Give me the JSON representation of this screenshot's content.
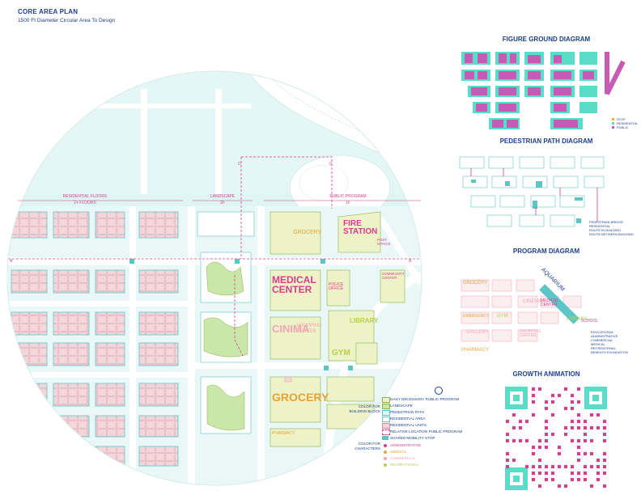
{
  "header": {
    "title": "CORE AREA PLAN",
    "subtitle": "1500 Ft Diameter Circular Area To Design"
  },
  "zones": {
    "residential": "RESIDENTIAL FLOORS",
    "residential_sub": "2+ FLOORS",
    "landscape": "LANDSCAPE",
    "landscape_sub": "2F",
    "public": "PUBLIC PROGRAM",
    "public_sub": "1F"
  },
  "section_markers": {
    "c": "C",
    "a": "A"
  },
  "buildings": {
    "fire_station": "FIRE STATION",
    "medical_center": "MEDICAL CENTER",
    "police_office": "POLICE OFFICE",
    "community_center": "COMMUNITY CENTER",
    "library": "LIBRARY",
    "cinema": "CINIMA",
    "shopping_center": "SHOPPING CENTER",
    "gym": "GYM",
    "grocery_main": "GROCERY",
    "grocery_small": "GROCERY",
    "pharmacy": "PHARMACY",
    "post_office": "POST OFFICE"
  },
  "legend": {
    "color_building_caption": "COLOR FOR BUILDING BLOCK",
    "color_character_caption": "COLOR FOR CHARACTERS",
    "items": [
      {
        "label": "DAILY NECESSARY PUBLIC PROGRAM",
        "color": "#eef3c7",
        "border": "#86b34a"
      },
      {
        "label": "LANDSCAPE",
        "color": "#cbe6a9",
        "border": "#86b34a"
      },
      {
        "label": "PEDESTRIAN PATH",
        "color": "#e6f7f7",
        "border": "#5bc6c6"
      },
      {
        "label": "RESIDENTIAL AREA",
        "color": "#ffffff",
        "border": "#5bc6c6"
      },
      {
        "label": "RESIDENTIAL UNITS",
        "color": "#f4d5da",
        "border": "#d98b99"
      },
      {
        "label": "RELATIVE LOCATION PUBLIC PROGRAM",
        "color": "#ffffff",
        "border": "#d63d8f"
      },
      {
        "label": "SHARED MOBILITY STOP",
        "color": "#5bc6c6",
        "border": "#5bc6c6"
      }
    ],
    "characters": [
      {
        "label": "ADMINISTRATIVE",
        "color": "#d63d8f"
      },
      {
        "label": "MEDICAL",
        "color": "#e6a33b"
      },
      {
        "label": "COMMERCIAL",
        "color": "#f0a6b4"
      },
      {
        "label": "RECREATIONAL",
        "color": "#b9cf4a"
      }
    ]
  },
  "panels": {
    "figure_ground": {
      "title": "FIGURE GROUND DIAGRAM",
      "legend": [
        "STOP",
        "RESIDENTIAL",
        "PUBLIC"
      ],
      "legend_colors": [
        "#f0b429",
        "#5bdcc8",
        "#c65bb5"
      ]
    },
    "pedestrian": {
      "title": "PEDESTRIAN PATH DIAGRAM",
      "legend": [
        "PEDESTRIAN BRIDGE",
        "RESIDENTIAL",
        "ROUTE IN BUILDING",
        "ROUTE BETWEEN BUILDING"
      ]
    },
    "program": {
      "title": "PROGRAM DIAGRAM",
      "legend": [
        "EDUCATIONAL",
        "ADMINISTRATIVE",
        "COMMERCIAL",
        "MEDICAL",
        "RECREATIONAL",
        "BENEATH FOUNDATION"
      ],
      "legend_colors": [
        "#d63d8f",
        "#d63d8f",
        "#f0a6b4",
        "#e6a33b",
        "#b9cf4a",
        "#5bc6c6"
      ],
      "labels": [
        "GROCERY",
        "AQUARIUM",
        "CINEMA",
        "GYM",
        "LIBRARY",
        "PHARMACY",
        "GALLERY",
        "EMERGENCY",
        "MEDICAL CENTER",
        "SHOPPING CENTER",
        "SCHOOL"
      ]
    },
    "growth": {
      "title": "GROWTH ANIMATION"
    }
  },
  "colors": {
    "teal": "#5bc6c6",
    "mint": "#dff5f3",
    "pink": "#d63d8f",
    "unit": "#f4d5da",
    "navy": "#1b3f8f",
    "landscape": "#cbe6a9",
    "public": "#eef3c7"
  }
}
